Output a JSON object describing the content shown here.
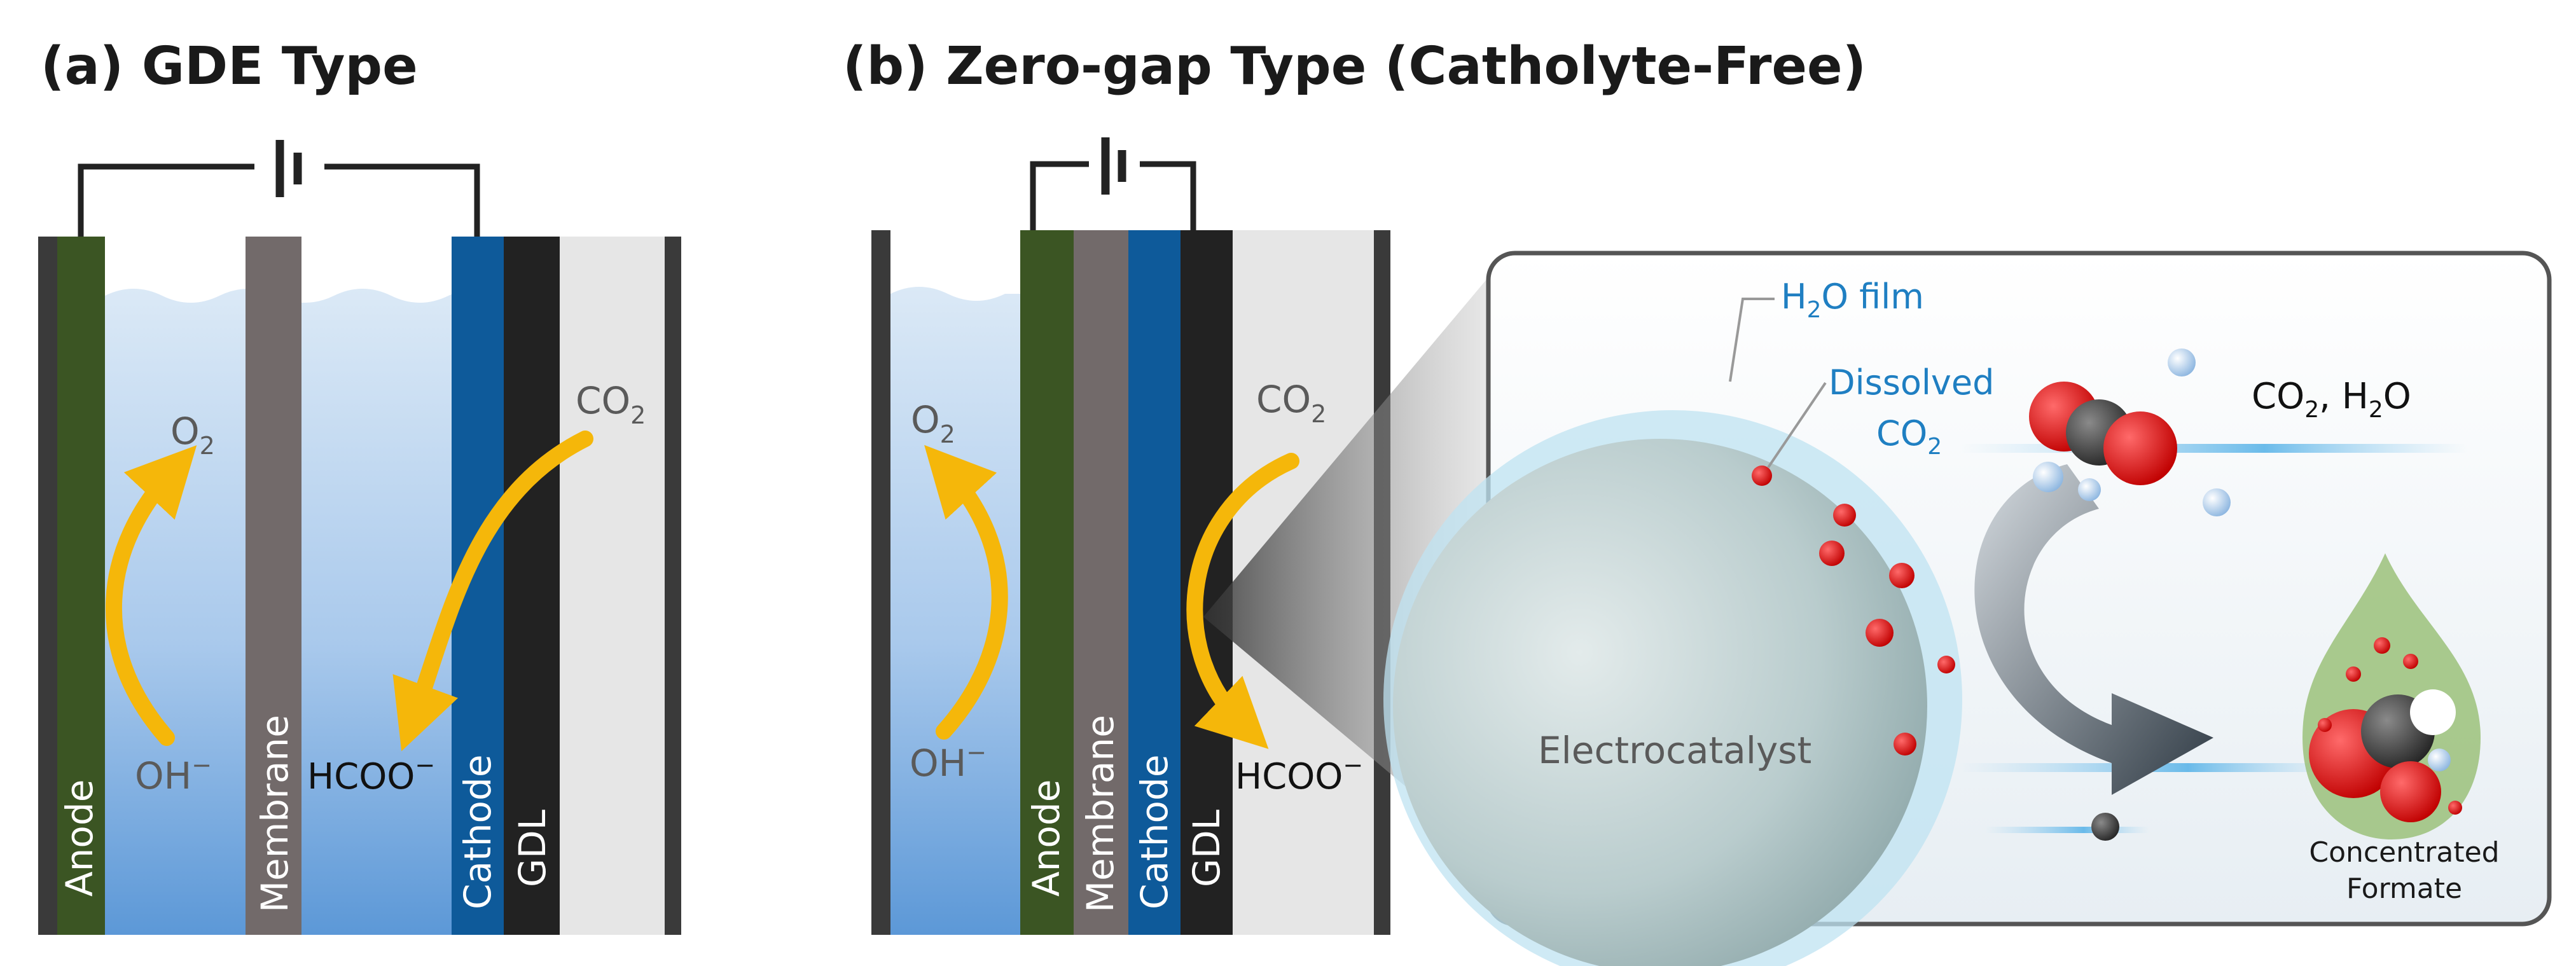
{
  "panel_a": {
    "title": "(a) GDE Type",
    "labels": {
      "anode": "Anode",
      "membrane": "Membrane",
      "cathode": "Cathode",
      "gdl": "GDL"
    },
    "species": {
      "o2": {
        "base": "O",
        "sub": "2"
      },
      "co2": {
        "base": "CO",
        "sub": "2"
      },
      "oh": {
        "base": "OH",
        "sup": "−"
      },
      "hcoo": {
        "base": "HCOO",
        "sup": "−"
      }
    }
  },
  "panel_b": {
    "title": "(b) Zero-gap Type (Catholyte-Free)",
    "labels": {
      "anode": "Anode",
      "membrane": "Membrane",
      "cathode": "Cathode",
      "gdl": "GDL"
    },
    "species": {
      "o2": {
        "base": "O",
        "sub": "2"
      },
      "co2": {
        "base": "CO",
        "sub": "2"
      },
      "oh": {
        "base": "OH",
        "sup": "−"
      },
      "hcoo": {
        "base": "HCOO",
        "sup": "−"
      }
    }
  },
  "inset": {
    "h2o_film": {
      "base": "H",
      "sub": "2",
      "rest": "O film"
    },
    "dissolved": {
      "line1": "Dissolved",
      "line2_base": "CO",
      "line2_sub": "2"
    },
    "feed": {
      "a": "CO",
      "a_sub": "2",
      "b": ", H",
      "b_sub": "2",
      "c": "O"
    },
    "catalyst": "Electrocatalyst",
    "product": {
      "line1": "Concentrated",
      "line2": "Formate"
    }
  },
  "colors": {
    "anode": "#3b5523",
    "membrane": "#726a6a",
    "cathode": "#0e5a9a",
    "gdl": "#222222",
    "frame": "#3a3a3a",
    "gas_chamber": "#e6e6e6",
    "electrolyte_top": "#d6e6f4",
    "electrolyte_bottom": "#5f9ad8",
    "arrow": "#f5b70a",
    "accent_text": "#1f7fc2"
  }
}
